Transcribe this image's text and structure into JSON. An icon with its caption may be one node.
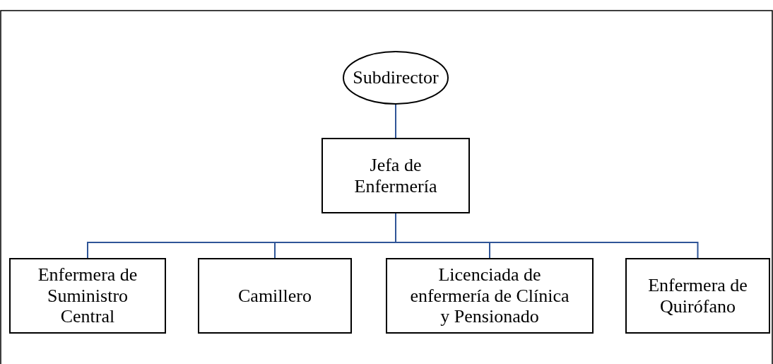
{
  "diagram": {
    "nodes": [
      {
        "text": [
          "Subdirector"
        ]
      },
      {
        "text": [
          "Jefa de Enfermería"
        ]
      },
      {
        "text": [
          "Enfermera de Suministro Central"
        ]
      },
      {
        "text": [
          "Camillero"
        ]
      },
      {
        "text": [
          "Licenciada de enfermería de Clínica y Pensionado"
        ]
      },
      {
        "text": [
          "Enfermera de Quirófano"
        ]
      }
    ],
    "edges": [
      {
        "from": 0,
        "to": 1,
        "arrow": "none"
      },
      {
        "from": 1,
        "to": 2,
        "arrow": "none"
      },
      {
        "from": 1,
        "to": 3,
        "arrow": "none"
      },
      {
        "from": 1,
        "to": 4,
        "arrow": "none"
      },
      {
        "from": 1,
        "to": 5,
        "arrow": "none"
      }
    ]
  }
}
